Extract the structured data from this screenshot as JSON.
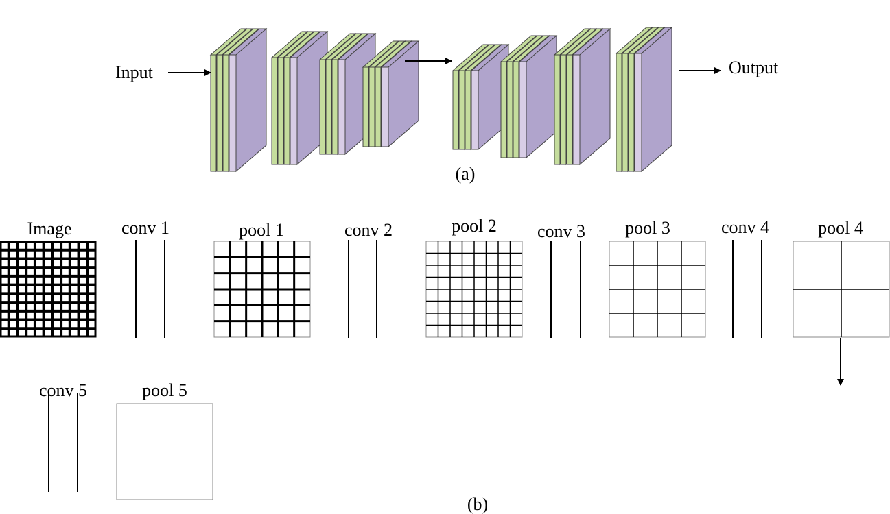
{
  "part_a": {
    "input_label": "Input",
    "output_label": "Output",
    "caption": "(a)",
    "colors": {
      "conv_layer": "#c5dd9d",
      "pool_layer": "#b0a4cc",
      "pool_front": "#d8cde6",
      "stroke": "#444444"
    }
  },
  "part_b": {
    "caption": "(b)",
    "stages": [
      {
        "label": "Image",
        "kind": "grid",
        "cells": 11
      },
      {
        "label": "conv 1",
        "kind": "conv"
      },
      {
        "label": "pool 1",
        "kind": "grid",
        "cells": 6
      },
      {
        "label": "conv 2",
        "kind": "conv"
      },
      {
        "label": "pool 2",
        "kind": "grid",
        "cells": 8
      },
      {
        "label": "conv 3",
        "kind": "conv"
      },
      {
        "label": "pool 3",
        "kind": "grid",
        "cells": 4
      },
      {
        "label": "conv 4",
        "kind": "conv"
      },
      {
        "label": "pool 4",
        "kind": "grid",
        "cells": 2
      },
      {
        "label": "conv 5",
        "kind": "conv"
      },
      {
        "label": "pool 5",
        "kind": "grid",
        "cells": 1
      }
    ]
  }
}
